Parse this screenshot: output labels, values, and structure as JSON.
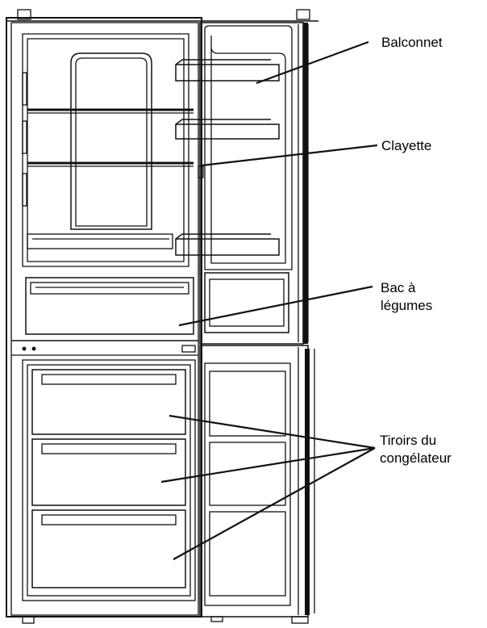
{
  "labels": {
    "balconnet": "Balconnet",
    "clayette": "Clayette",
    "bac_line1": "Bac à",
    "bac_line2": "légumes",
    "tiroirs_line1": "Tiroirs du",
    "tiroirs_line2": "congélateur"
  },
  "colors": {
    "line": "#111111",
    "background": "#ffffff"
  }
}
